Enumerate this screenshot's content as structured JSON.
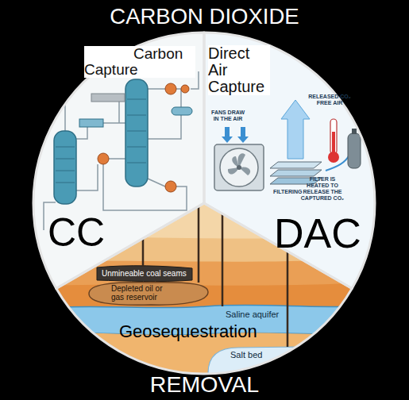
{
  "diagram": {
    "title": "CARBON DIOXIDE",
    "caption": "REMOVAL",
    "nodes": [
      {
        "text": [
          "Carbon Capture",
          "CC"
        ]
      },
      {
        "text": [
          "Direct Air Capture",
          "DAC"
        ]
      },
      {
        "text": [
          "Geosequestration"
        ]
      }
    ],
    "labels": [
      "FANS DRAW IN THE AIR",
      "RELEASED CO₂ FREE AIR",
      "FILTERING",
      "FILTER IS HEATED TO RELEASE THE CAPTURED CO₂",
      "Unmineable coal seams",
      "Depleted oil or gas reservoir",
      "Saline aquifer",
      "Salt bed"
    ]
  }
}
